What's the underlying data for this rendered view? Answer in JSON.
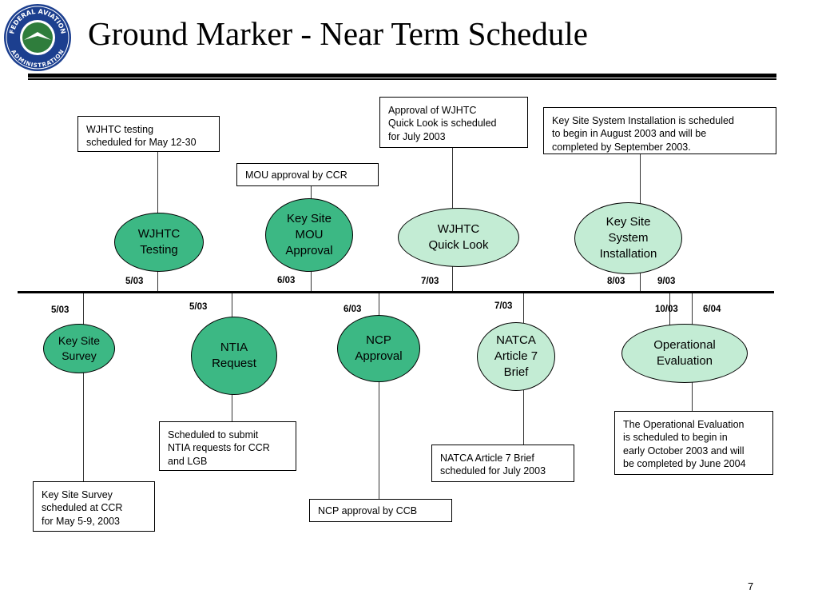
{
  "title": "Ground Marker - Near Term Schedule",
  "logo": {
    "text_top": "FEDERAL AVIATION",
    "text_bottom": "ADMINISTRATION"
  },
  "page_number": "7",
  "colors": {
    "milestone_dark": "#3cb884",
    "milestone_light": "#c3ecd4",
    "line": "#000000"
  },
  "above": [
    {
      "label": "WJHTC\nTesting",
      "date": "5/03",
      "note": "WJHTC testing\nscheduled for May 12-30"
    },
    {
      "label": "Key Site\nMOU\nApproval",
      "date": "6/03",
      "note": "MOU approval by CCR"
    },
    {
      "label": "WJHTC\nQuick Look",
      "date": "7/03",
      "note": "Approval of WJHTC\nQuick Look is scheduled\nfor July 2003"
    },
    {
      "label": "Key Site\nSystem\nInstallation",
      "date_start": "8/03",
      "date_end": "9/03",
      "note": "Key Site System Installation is scheduled\nto begin in August 2003 and will be\ncompleted by September 2003."
    }
  ],
  "below": [
    {
      "label": "Key Site\nSurvey",
      "date": "5/03",
      "note": "Key Site Survey\nscheduled at CCR\nfor May 5-9, 2003"
    },
    {
      "label": "NTIA\nRequest",
      "date": "5/03",
      "note": "Scheduled to submit\nNTIA requests for CCR\nand LGB"
    },
    {
      "label": "NCP\nApproval",
      "date": "6/03",
      "note": "NCP approval by CCB"
    },
    {
      "label": "NATCA\nArticle 7\nBrief",
      "date": "7/03",
      "note": "NATCA Article 7 Brief\nscheduled for July 2003"
    },
    {
      "label": "Operational\nEvaluation",
      "date_start": "10/03",
      "date_end": "6/04",
      "note": "The Operational Evaluation\nis scheduled to begin in\nearly October 2003 and will\nbe completed by June 2004"
    }
  ]
}
